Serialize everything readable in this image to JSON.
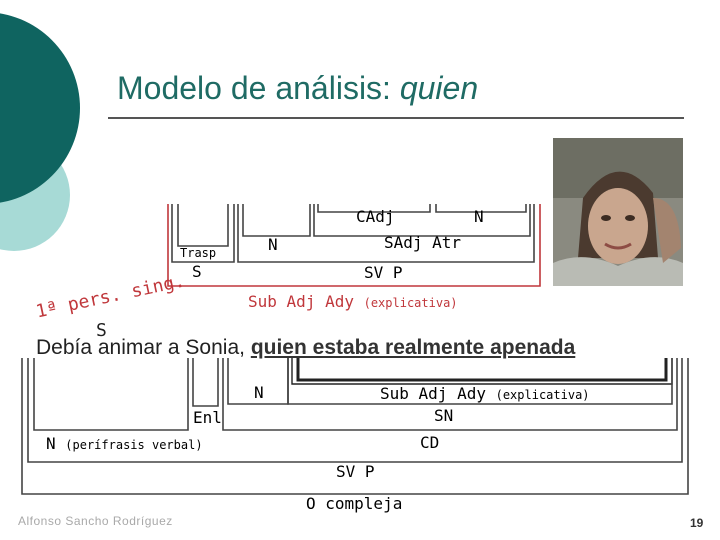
{
  "title": {
    "main": "Modelo de análisis: ",
    "emph": "quien"
  },
  "footer": {
    "author": "Alfonso Sancho Rodríguez",
    "page": "19"
  },
  "sentence": {
    "main": "Debía animar  a  Sonia,",
    "rel": "quien estaba realmente apenada"
  },
  "top_diagram": {
    "cadj": "CAdj",
    "n_right": "N",
    "n_left": "N",
    "sadj_atr": "SAdj Atr",
    "trasp": "Trasp",
    "s": "S",
    "sv_p": "SV P",
    "sub_adj_ady": "Sub Adj Ady",
    "explicativa": "(explicativa)"
  },
  "subject_note": {
    "line1": "1ª pers. sing.",
    "line2": "S"
  },
  "bottom_diagram": {
    "n": "N",
    "sub_adj_ady": "Sub Adj Ady",
    "explicativa": "(explicativa)",
    "sn": "SN",
    "enl": "Enl",
    "n_perif": "N",
    "perifrasis": "(perífrasis verbal)",
    "cd": "CD",
    "sv_p": "SV P",
    "o_compleja": "O compleja"
  },
  "colors": {
    "title": "#1f6b64",
    "teal_dark": "#0f6460",
    "teal_light": "#9fd7d3",
    "red_box": "#c0373b"
  }
}
